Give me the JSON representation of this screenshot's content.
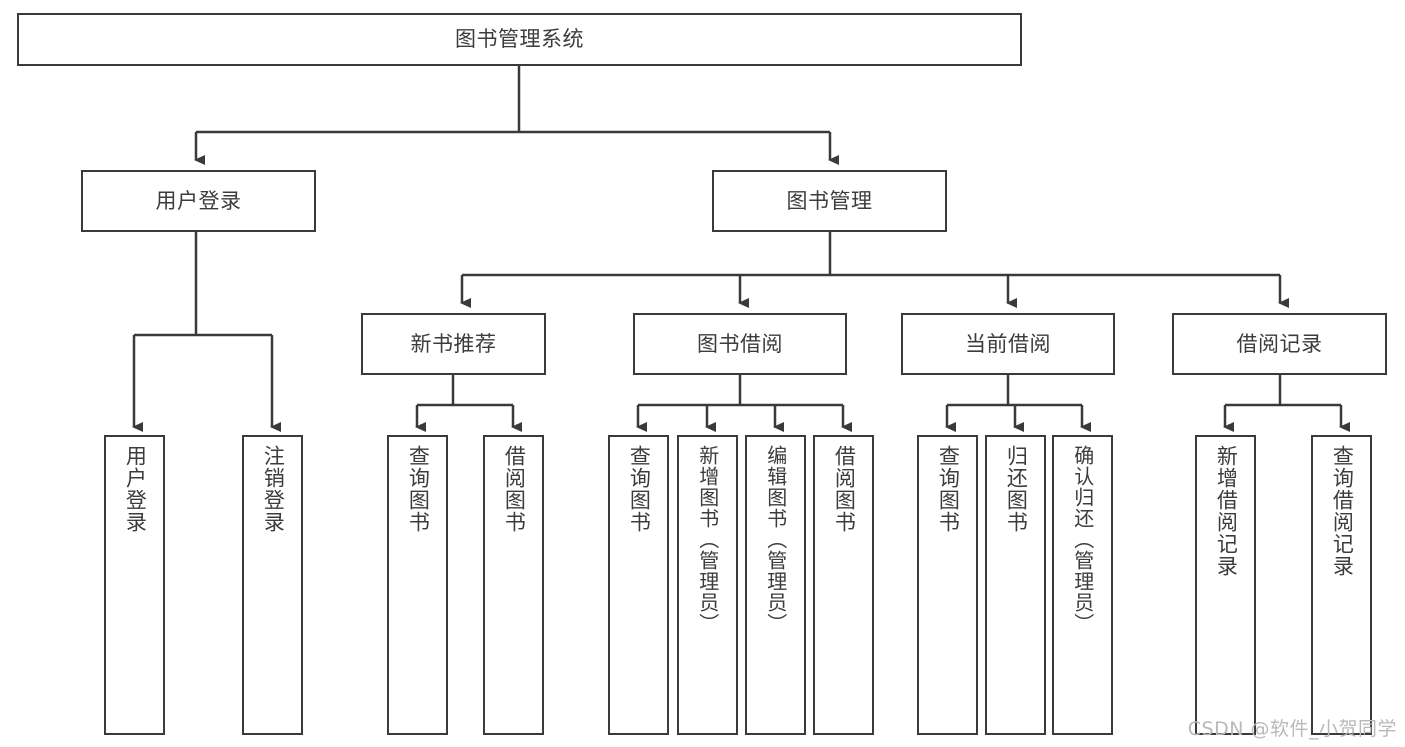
{
  "diagram": {
    "title": "图书管理系统",
    "type": "hierarchy-tree",
    "watermark": "CSDN @软件_小贺同学",
    "colors": {
      "box_border": "#3a3a3a",
      "box_fill": "#ffffff",
      "text": "#3c3c3c",
      "connector": "#3a3a3a",
      "watermark": "#b9b9b9",
      "background": "#ffffff"
    },
    "root": {
      "label": "图书管理系统"
    },
    "level2": [
      {
        "label": "用户登录"
      },
      {
        "label": "图书管理"
      }
    ],
    "level3": [
      {
        "label": "新书推荐"
      },
      {
        "label": "图书借阅"
      },
      {
        "label": "当前借阅"
      },
      {
        "label": "借阅记录"
      }
    ],
    "leaves": [
      {
        "label": "用户登录",
        "parent": "用户登录"
      },
      {
        "label": "注销登录",
        "parent": "用户登录"
      },
      {
        "label": "查询图书",
        "parent": "新书推荐"
      },
      {
        "label": "借阅图书",
        "parent": "新书推荐"
      },
      {
        "label": "查询图书",
        "parent": "图书借阅"
      },
      {
        "label": "新增图书（管理员）",
        "parent": "图书借阅"
      },
      {
        "label": "编辑图书（管理员）",
        "parent": "图书借阅"
      },
      {
        "label": "借阅图书",
        "parent": "图书借阅"
      },
      {
        "label": "查询图书",
        "parent": "当前借阅"
      },
      {
        "label": "归还图书",
        "parent": "当前借阅"
      },
      {
        "label": "确认归还（管理员）",
        "parent": "当前借阅"
      },
      {
        "label": "新增借阅记录",
        "parent": "借阅记录"
      },
      {
        "label": "查询借阅记录",
        "parent": "借阅记录"
      }
    ]
  }
}
